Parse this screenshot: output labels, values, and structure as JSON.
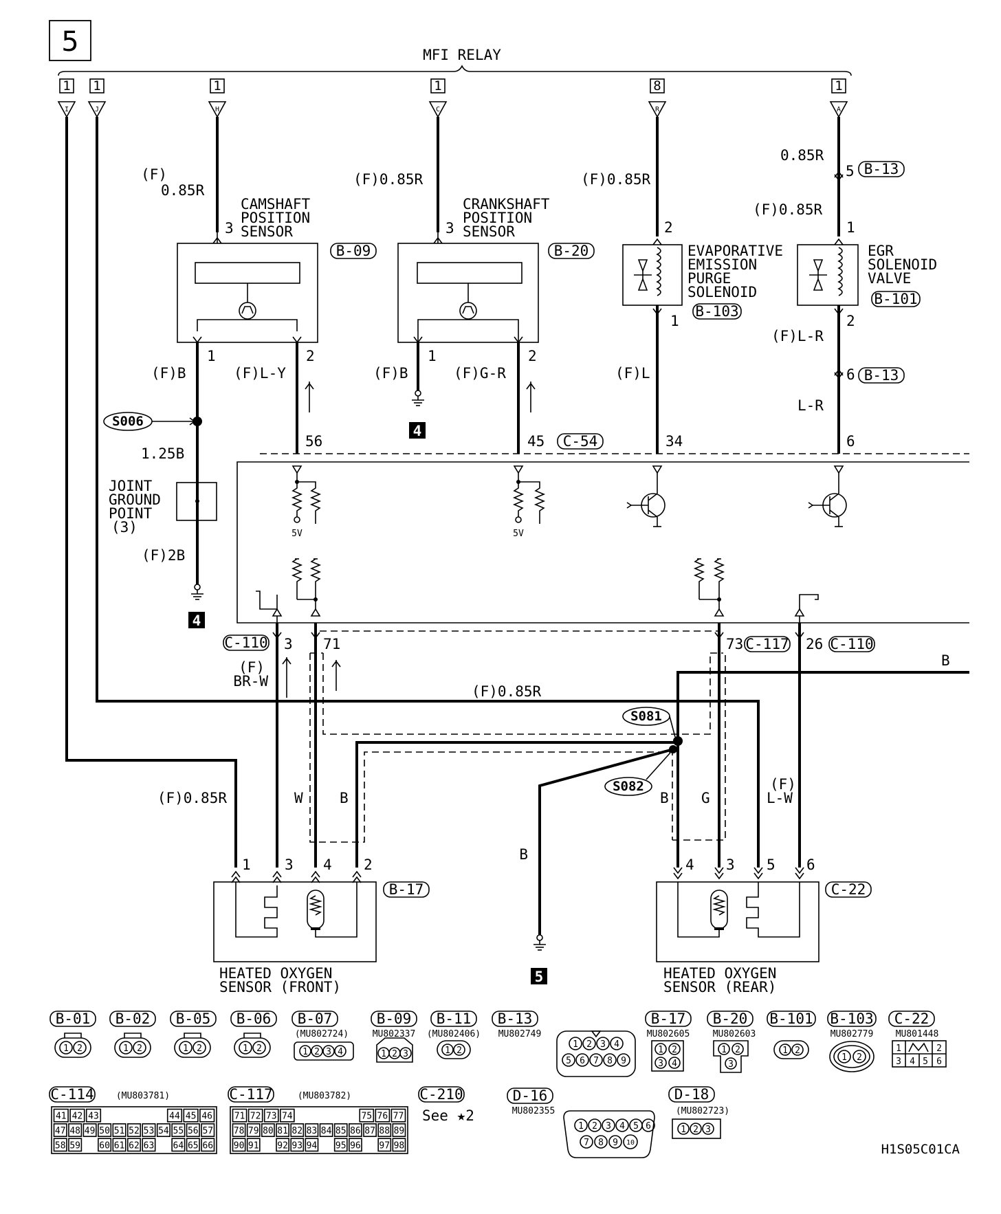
{
  "diagram": {
    "page_number": "5",
    "code": "H1S05C01CA",
    "relay_title": "MFI RELAY",
    "relay_taps": [
      {
        "num": "1",
        "letter": "I"
      },
      {
        "num": "1",
        "letter": "J"
      },
      {
        "num": "1",
        "letter": "H"
      },
      {
        "num": "1",
        "letter": "C"
      },
      {
        "num": "8",
        "letter": "R"
      },
      {
        "num": "1",
        "letter": "A"
      }
    ],
    "components": {
      "cam": {
        "name": [
          "CAMSHAFT",
          "POSITION",
          "SENSOR"
        ],
        "conn": "B-09",
        "wire_top": "0.85R",
        "wire_top_f": "(F)",
        "pin_top": "3",
        "pin1": "1",
        "pin2": "2",
        "wire1": "(F)B",
        "wire2": "(F)L-Y",
        "ecu_pin": "56"
      },
      "crank": {
        "name": [
          "CRANKSHAFT",
          "POSITION",
          "SENSOR"
        ],
        "conn": "B-20",
        "wire_top": "(F)0.85R",
        "pin_top": "3",
        "pin1": "1",
        "pin2": "2",
        "wire1": "(F)B",
        "wire2": "(F)G-R",
        "ecu_pin": "45",
        "ecu_conn": "C-54"
      },
      "evap": {
        "name": [
          "EVAPORATIVE",
          "EMISSION",
          "PURGE",
          "SOLENOID"
        ],
        "conn": "B-103",
        "wire_top": "(F)0.85R",
        "pin_top": "2",
        "pin_bottom": "1",
        "wire_bottom": "(F)L",
        "ecu_pin": "34"
      },
      "egr": {
        "name": [
          "EGR",
          "SOLENOID",
          "VALVE"
        ],
        "conn": "B-101",
        "wire_a": "0.85R",
        "pin_a": "5",
        "conn_a": "B-13",
        "wire_top": "(F)0.85R",
        "pin_top": "1",
        "pin_bottom": "2",
        "wire_mid": "(F)L-R",
        "pin_b": "6",
        "conn_b": "B-13",
        "wire_bottom": "L-R",
        "ecu_pin": "6"
      },
      "ground_joint": {
        "splice": "S006",
        "wire": "1.25B",
        "name": [
          "JOINT",
          "GROUND",
          "POINT",
          "(3)"
        ],
        "wire_bottom": "(F)2B",
        "ground_ref": "4"
      },
      "crank_ground_ref": "4",
      "ecu_5v": "5V",
      "o2_front": {
        "name": [
          "HEATED OXYGEN",
          "SENSOR (FRONT)"
        ],
        "conn": "B-17",
        "ecu_conn": "C-110",
        "ecu_pin_a": "3",
        "ecu_pin_b": "71",
        "wire_a": "(F)",
        "wire_a2": "BR-W",
        "wire_w": "W",
        "wire_b": "B",
        "wire_pwr": "(F)0.85R",
        "pins": [
          "1",
          "3",
          "4",
          "2"
        ]
      },
      "o2_rear": {
        "name": [
          "HEATED OXYGEN",
          "SENSOR (REAR)"
        ],
        "conn": "C-22",
        "ecu_pin_a": "73",
        "ecu_conn_a": "C-117",
        "ecu_pin_b": "26",
        "ecu_conn_b": "C-110",
        "wire_b": "B",
        "wire_g": "G",
        "wire_lw": "(F)",
        "wire_lw2": "L-W",
        "pins": [
          "4",
          "3",
          "5",
          "6"
        ]
      },
      "splices": {
        "s081": "S081",
        "s082": "S082"
      },
      "wire_mid": "(F)0.85R",
      "wire_ground": "B",
      "wire_right": "B",
      "ground_ref_5": "5"
    },
    "connectors": [
      {
        "id": "B-01",
        "part": ""
      },
      {
        "id": "B-02",
        "part": ""
      },
      {
        "id": "B-05",
        "part": ""
      },
      {
        "id": "B-06",
        "part": ""
      },
      {
        "id": "B-07",
        "part": "(MU802724)"
      },
      {
        "id": "B-09",
        "part": "MU802337"
      },
      {
        "id": "B-11",
        "part": "(MU802406)"
      },
      {
        "id": "B-13",
        "part": "MU802749"
      },
      {
        "id": "B-17",
        "part": "MU802605"
      },
      {
        "id": "B-20",
        "part": "MU802603"
      },
      {
        "id": "B-101",
        "part": ""
      },
      {
        "id": "B-103",
        "part": "MU802779"
      },
      {
        "id": "C-22",
        "part": "MU801448"
      },
      {
        "id": "C-114",
        "part": "(MU803781)"
      },
      {
        "id": "C-117",
        "part": "(MU803782)"
      },
      {
        "id": "C-210",
        "part": "See ★2"
      },
      {
        "id": "D-16",
        "part": "MU802355"
      },
      {
        "id": "D-18",
        "part": "(MU802723)"
      }
    ],
    "c114_rows": [
      [
        "41",
        "42",
        "43",
        "",
        "",
        "",
        "",
        "44",
        "45",
        "46"
      ],
      [
        "47",
        "48",
        "49",
        "50",
        "51",
        "52",
        "53",
        "54",
        "55",
        "56",
        "57"
      ],
      [
        "58",
        "59",
        "",
        "60",
        "61",
        "62",
        "63",
        "",
        "64",
        "65",
        "66"
      ]
    ],
    "c117_rows": [
      [
        "71",
        "72",
        "73",
        "74",
        "",
        "",
        "",
        "",
        "75",
        "76",
        "77"
      ],
      [
        "78",
        "79",
        "80",
        "81",
        "82",
        "83",
        "84",
        "85",
        "86",
        "87",
        "88",
        "89"
      ],
      [
        "90",
        "91",
        "",
        "92",
        "93",
        "94",
        "",
        "95",
        "96",
        "",
        "97",
        "98"
      ]
    ]
  }
}
